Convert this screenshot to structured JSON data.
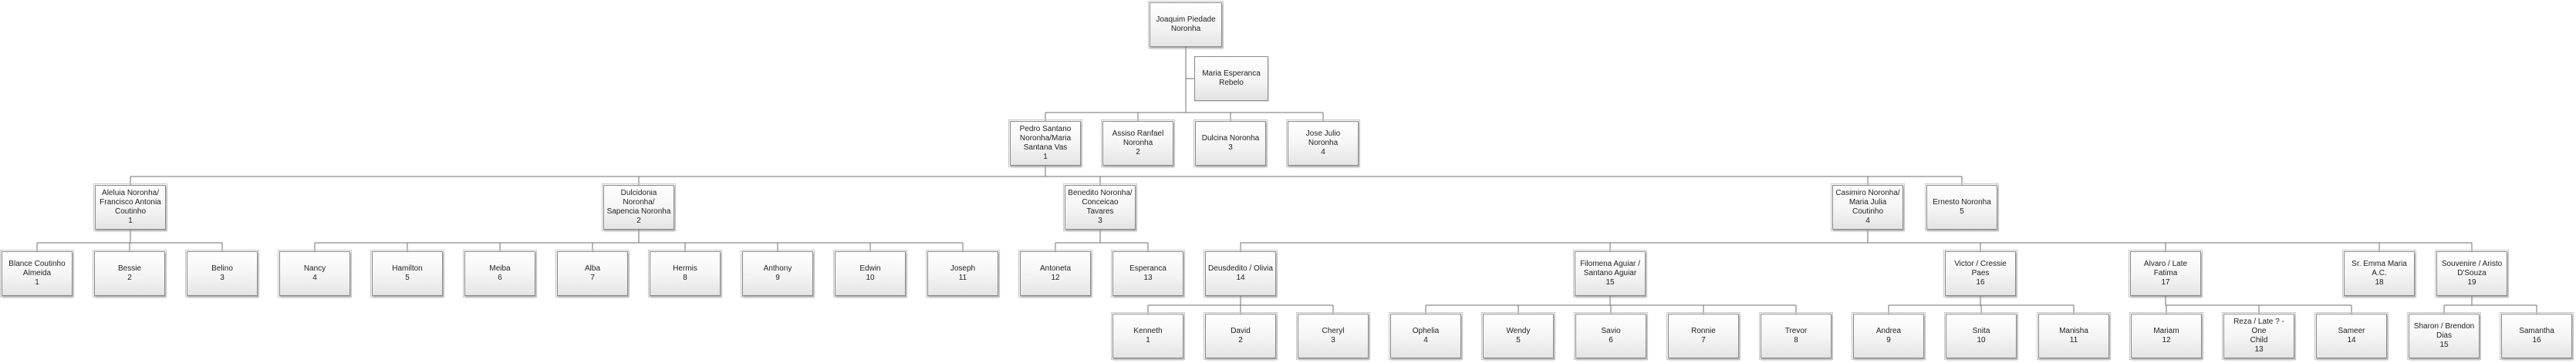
{
  "chart": {
    "root": {
      "name": "Joaquim Piedade\nNoronha",
      "number": ""
    },
    "spouse": {
      "name": "Maria Esperanca\nRebelo",
      "number": ""
    },
    "children": [
      {
        "name": "Pedro Santano\nNoronha/Maria\nSantana Vas",
        "number": "1"
      },
      {
        "name": "Assiso Ranfael\nNoronha",
        "number": "2"
      },
      {
        "name": "Dulcina Noronha",
        "number": "3"
      },
      {
        "name": "Jose Julio Noronha",
        "number": "4"
      }
    ],
    "grandchildren": [
      {
        "name": "Aleluia Noronha/\nFrancisco Antonia\nCoutinho",
        "number": "1"
      },
      {
        "name": "Dulcidonia Noronha/\nSapencia Noronha",
        "number": "2"
      },
      {
        "name": "Benedito Noronha/\nConceicao Tavares",
        "number": "3"
      },
      {
        "name": "Casimiro Noronha/\nMaria Julia Coutinho",
        "number": "4"
      },
      {
        "name": "Ernesto Noronha",
        "number": "5"
      }
    ],
    "great_grandchildren": [
      {
        "name": "Blance Coutinho\nAlmeida",
        "number": "1"
      },
      {
        "name": "Bessie",
        "number": "2"
      },
      {
        "name": "Belino",
        "number": "3"
      },
      {
        "name": "Nancy",
        "number": "4"
      },
      {
        "name": "Hamilton",
        "number": "5"
      },
      {
        "name": "Meiba",
        "number": "6"
      },
      {
        "name": "Alba",
        "number": "7"
      },
      {
        "name": "Hermis",
        "number": "8"
      },
      {
        "name": "Anthony",
        "number": "9"
      },
      {
        "name": "Edwin",
        "number": "10"
      },
      {
        "name": "Joseph",
        "number": "11"
      },
      {
        "name": "Antoneta",
        "number": "12"
      },
      {
        "name": "Esperanca",
        "number": "13"
      },
      {
        "name": "Deusdedito / Olivia",
        "number": "14"
      },
      {
        "name": "Filomena Aguiar /\nSantano Aguiar",
        "number": "15"
      },
      {
        "name": "Victor / Cressie Paes",
        "number": "16"
      },
      {
        "name": "Alvaro / Late Fatima",
        "number": "17"
      },
      {
        "name": "Sr. Emma Maria A.C.",
        "number": "18"
      },
      {
        "name": "Souvenire / Aristo\nD'Souza",
        "number": "19"
      }
    ],
    "great_great_grandchildren": [
      {
        "name": "Kenneth",
        "number": "1"
      },
      {
        "name": "David",
        "number": "2"
      },
      {
        "name": "Cheryl",
        "number": "3"
      },
      {
        "name": "Ophelia",
        "number": "4"
      },
      {
        "name": "Wendy",
        "number": "5"
      },
      {
        "name": "Savio",
        "number": "6"
      },
      {
        "name": "Ronnie",
        "number": "7"
      },
      {
        "name": "Trevor",
        "number": "8"
      },
      {
        "name": "Andrea",
        "number": "9"
      },
      {
        "name": "Snita",
        "number": "10"
      },
      {
        "name": "Manisha",
        "number": "11"
      },
      {
        "name": "Mariam",
        "number": "12"
      },
      {
        "name": "Reza / Late ? - One\nChild",
        "number": "13"
      },
      {
        "name": "Sameer",
        "number": "14"
      },
      {
        "name": "Sharon / Brendon\nDias",
        "number": "15"
      },
      {
        "name": "Samantha",
        "number": "16"
      }
    ]
  }
}
